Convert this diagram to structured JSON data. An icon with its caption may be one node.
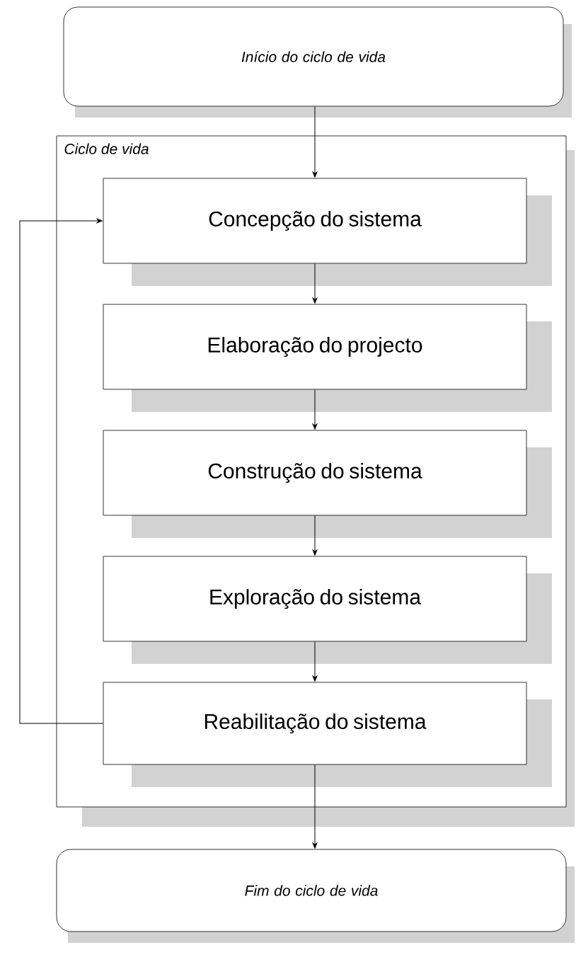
{
  "diagram": {
    "nodes": [
      {
        "text": [
          "Início do ciclo de vida"
        ]
      },
      {
        "text": [
          "Ciclo de vida"
        ]
      },
      {
        "text": [
          "Concepção do sistema"
        ],
        "in": 1
      },
      {
        "text": [
          "Elaboração do projecto"
        ],
        "in": 1
      },
      {
        "text": [
          "Construção do sistema"
        ],
        "in": 1
      },
      {
        "text": [
          "Exploração do sistema"
        ],
        "in": 1
      },
      {
        "text": [
          "Reabilitação do sistema"
        ],
        "in": 1
      },
      {
        "text": [
          "Fim do ciclo de vida"
        ]
      }
    ],
    "edges": [
      {
        "from": 0,
        "to": 2,
        "arrow": "to"
      },
      {
        "from": 2,
        "to": 3,
        "arrow": "to"
      },
      {
        "from": 3,
        "to": 4,
        "arrow": "to"
      },
      {
        "from": 4,
        "to": 5,
        "arrow": "to"
      },
      {
        "from": 5,
        "to": 6,
        "arrow": "to"
      },
      {
        "from": 6,
        "to": 2,
        "arrow": "to"
      },
      {
        "from": 6,
        "to": 7,
        "arrow": "to"
      }
    ]
  }
}
